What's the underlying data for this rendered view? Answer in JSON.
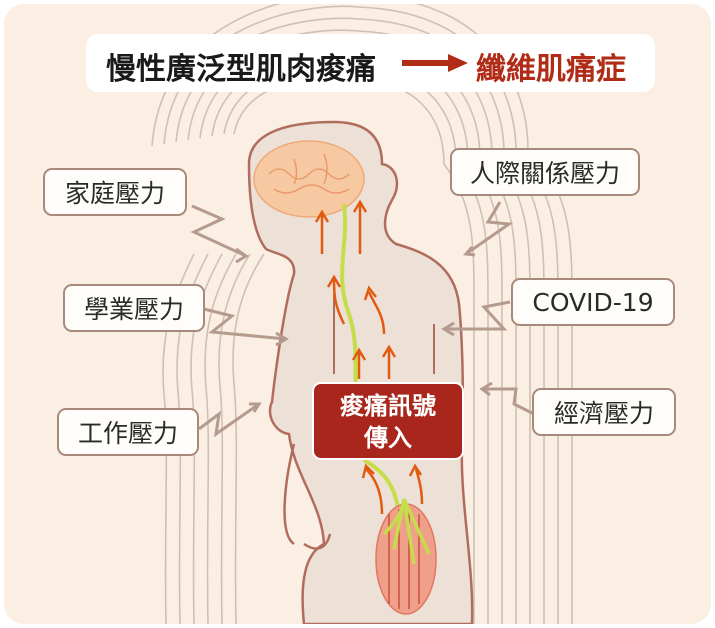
{
  "title": {
    "left": "慢性廣泛型肌肉痠痛",
    "arrow_icon": "right-arrow-icon",
    "right": "纖維肌痛症"
  },
  "stressors": {
    "family": "家庭壓力",
    "relationship": "人際關係壓力",
    "school": "學業壓力",
    "covid": "COVID-19",
    "work": "工作壓力",
    "economic": "經濟壓力"
  },
  "signal_box": {
    "line1": "痠痛訊號",
    "line2": "傳入"
  },
  "colors": {
    "background": "#fbeee3",
    "title_accent": "#b02c17",
    "signal_box": "#a8261b",
    "body_outline": "#b06d5e",
    "nerve": "#c6dd4a",
    "pain_arrows": "#e05a10",
    "stress_arrows": "#b59b8d"
  }
}
